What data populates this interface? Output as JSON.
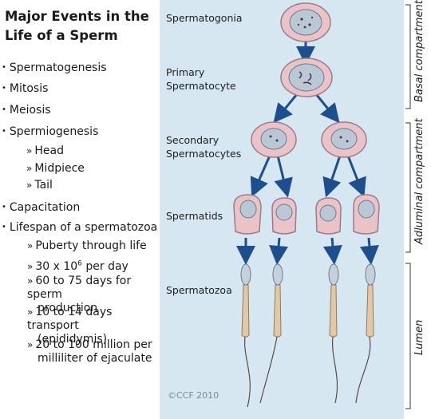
{
  "title": {
    "line1": "Major Events in the",
    "line2": "Life of a Sperm"
  },
  "events": [
    "Spermatogenesis",
    "Mitosis",
    "Meiosis",
    "Spermiogenesis",
    "Capacitation",
    "Lifespan of a spermatozoa"
  ],
  "spermiogenesis_parts": [
    "Head",
    "Midpiece",
    "Tail"
  ],
  "lifespan": {
    "item1": "Puberty through life",
    "item2_pre": "30 x 10",
    "item2_sup": "6",
    "item2_post": " per day",
    "item3_l1": "60 to 75 days for sperm",
    "item3_l2": "production",
    "item4_l1": "10 to 14 days transport",
    "item4_l2": "(epididymis)",
    "item5_l1": "20 to 100 million per",
    "item5_l2": "milliliter of ejaculate"
  },
  "stages": {
    "spermatogonia": "Spermatogonia",
    "primary_l1": "Primary",
    "primary_l2": "Spermatocyte",
    "secondary_l1": "Secondary",
    "secondary_l2": "Spermatocytes",
    "spermatids": "Spermatids",
    "spermatozoa": "Spermatozoa"
  },
  "copyright": "©CCF 2010",
  "compartments": {
    "basal": "Basal compartment",
    "adluminal": "Adluminal compartment",
    "lumen": "Lumen"
  },
  "colors": {
    "background": "#d7e7f2",
    "arrow": "#1f4e8c",
    "cell_fill": "#e9c3c8",
    "nucleus_fill": "#bcc7d6"
  }
}
